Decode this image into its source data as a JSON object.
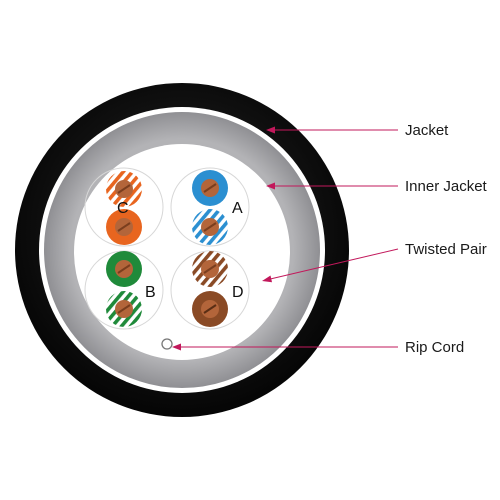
{
  "labels": {
    "jacket": "Jacket",
    "inner_jacket": "Inner Jacket",
    "twisted_pair": "Twisted Pair",
    "rip_cord": "Rip Cord"
  },
  "pairs": {
    "a": {
      "letter": "A",
      "color_name": "blue",
      "color": "#2b8fd1"
    },
    "b": {
      "letter": "B",
      "color_name": "green",
      "color": "#1f8a3a"
    },
    "c": {
      "letter": "C",
      "color_name": "orange",
      "color": "#e8651f"
    },
    "d": {
      "letter": "D",
      "color_name": "brown",
      "color": "#8a4a25"
    }
  },
  "colors": {
    "jacket": "#0d0d0d",
    "inner_jacket": "#a7a7aa",
    "core_fill": "#ffffff",
    "callout_line": "#c2185b",
    "copper": "#b3653a"
  }
}
